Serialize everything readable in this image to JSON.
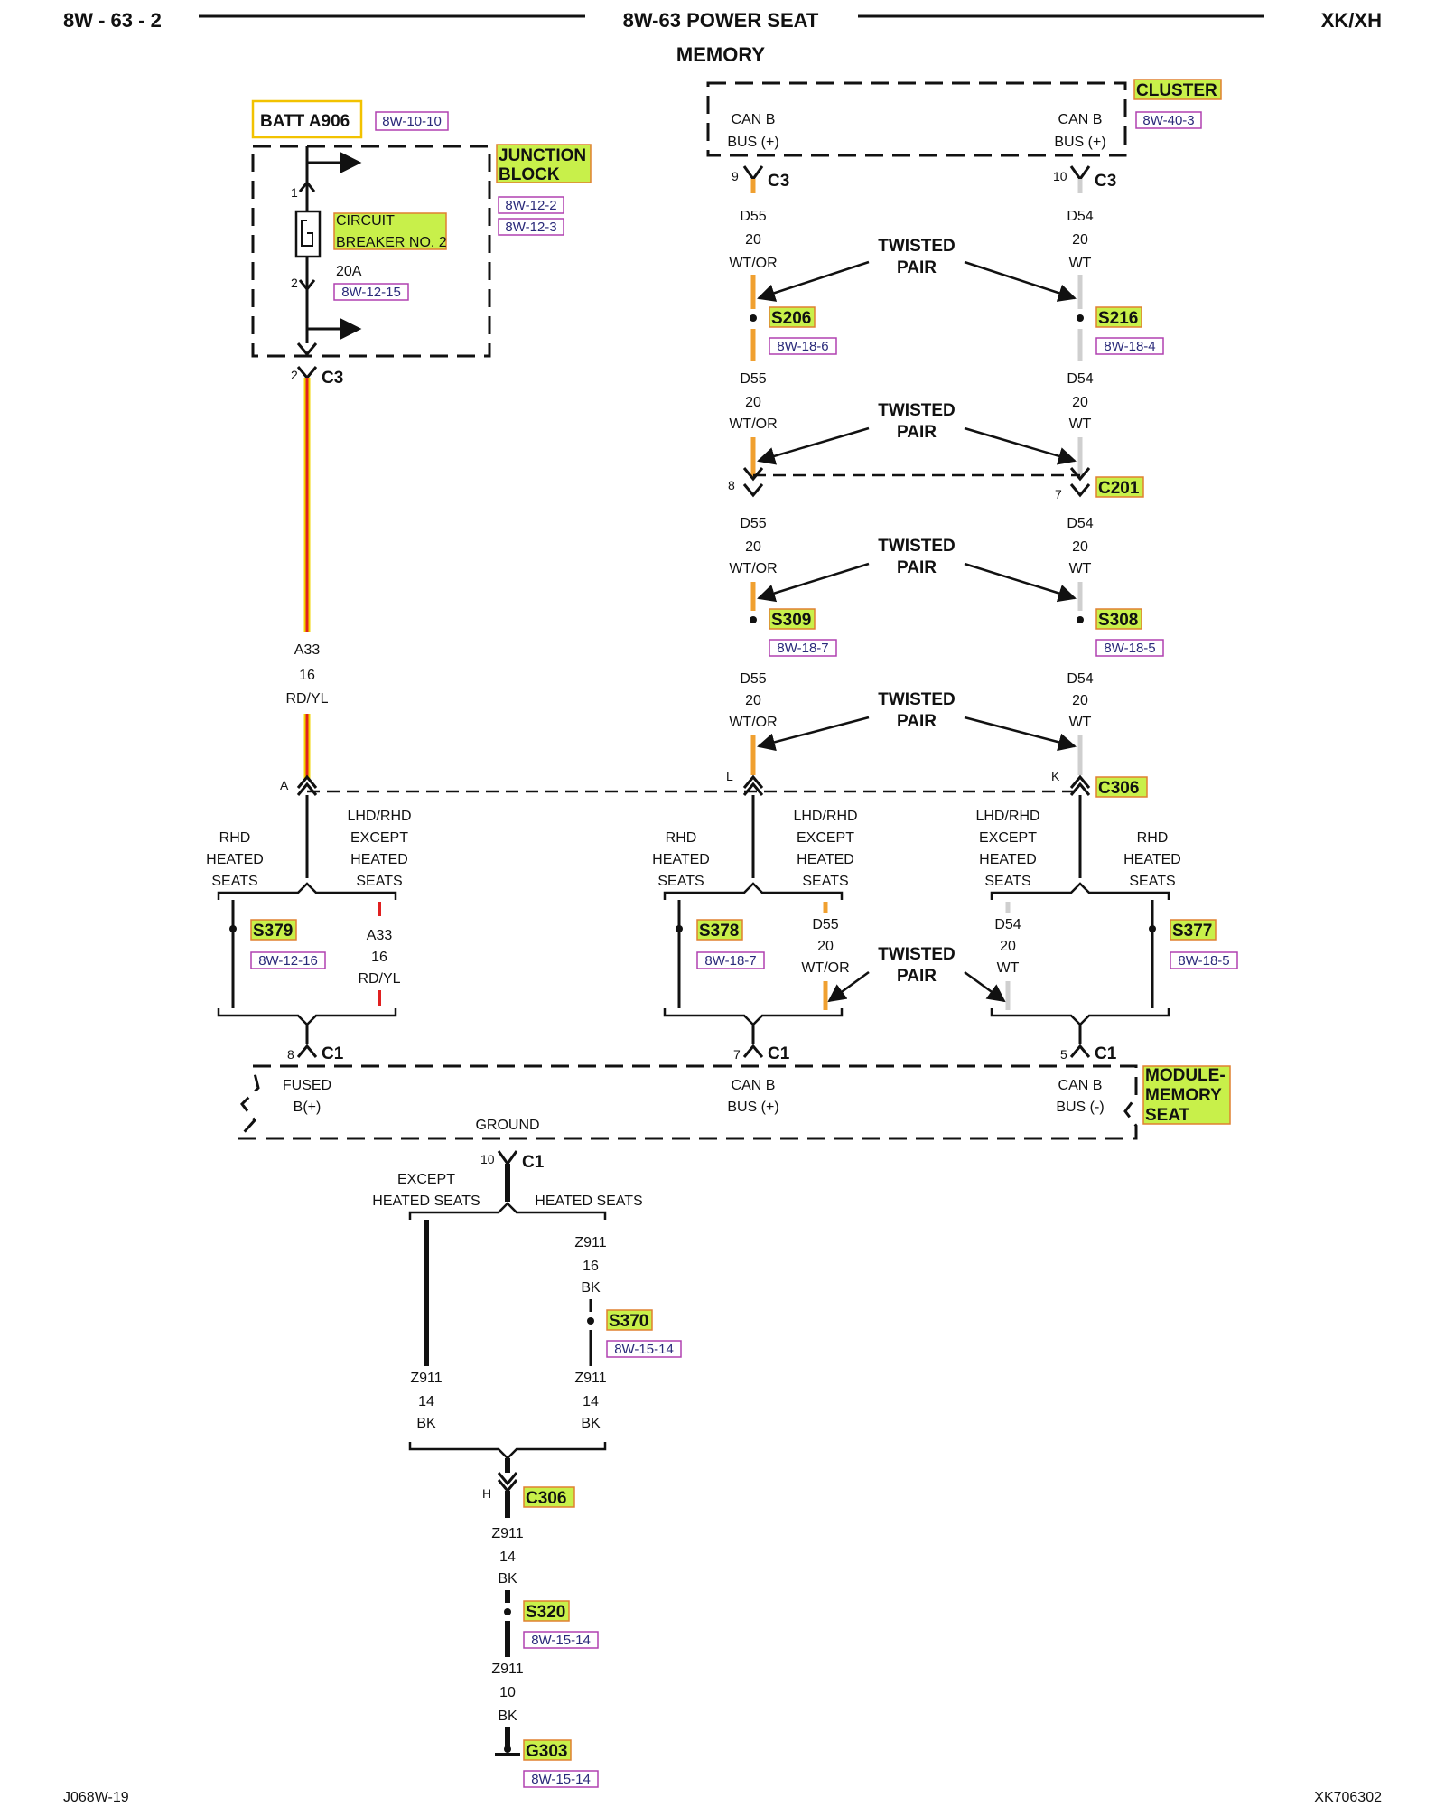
{
  "header": {
    "page_id": "8W - 63 - 2",
    "title": "8W-63 POWER SEAT",
    "subtitle": "MEMORY",
    "model": "XK/XH"
  },
  "footer": {
    "left_code": "J068W-19",
    "right_code": "XK706302"
  },
  "components": {
    "batt": {
      "label": "BATT A906",
      "ref": "8W-10-10"
    },
    "junction_block": {
      "label_line1": "JUNCTION",
      "label_line2": "BLOCK",
      "ref1": "8W-12-2",
      "ref2": "8W-12-3"
    },
    "circuit_breaker": {
      "label_line1": "CIRCUIT",
      "label_line2": "BREAKER NO. 2",
      "rating": "20A",
      "ref": "8W-12-15",
      "pin_top": "1",
      "pin_bottom": "2"
    },
    "cluster": {
      "label": "CLUSTER",
      "ref": "8W-40-3",
      "can_left_1": "CAN B",
      "can_left_2": "BUS (+)",
      "can_right_1": "CAN B",
      "can_right_2": "BUS (+)"
    },
    "module": {
      "label_line1": "MODULE-",
      "label_line2": "MEMORY",
      "label_line3": "SEAT",
      "fused_1": "FUSED",
      "fused_2": "B(+)",
      "canp_1": "CAN B",
      "canp_2": "BUS (+)",
      "canm_1": "CAN B",
      "canm_2": "BUS (-)",
      "ground": "GROUND"
    }
  },
  "connectors": {
    "jb_c3": {
      "name": "C3",
      "pin": "2"
    },
    "cl_c3_left": {
      "name": "C3",
      "pin": "9"
    },
    "cl_c3_right": {
      "name": "C3",
      "pin": "10"
    },
    "c201": {
      "name": "C201",
      "pin_left": "8",
      "pin_right": "7"
    },
    "c306_top": {
      "name": "C306",
      "pin_a": "A",
      "pin_l": "L",
      "pin_k": "K"
    },
    "mod_c1_fused": {
      "name": "C1",
      "pin": "8"
    },
    "mod_c1_canp": {
      "name": "C1",
      "pin": "7"
    },
    "mod_c1_canm": {
      "name": "C1",
      "pin": "5"
    },
    "mod_c1_gnd": {
      "name": "C1",
      "pin": "10"
    },
    "c306_bottom": {
      "name": "C306",
      "pin": "H"
    }
  },
  "splices": {
    "s206": {
      "name": "S206",
      "ref": "8W-18-6"
    },
    "s216": {
      "name": "S216",
      "ref": "8W-18-4"
    },
    "s309": {
      "name": "S309",
      "ref": "8W-18-7"
    },
    "s308": {
      "name": "S308",
      "ref": "8W-18-5"
    },
    "s379": {
      "name": "S379",
      "ref": "8W-12-16"
    },
    "s378": {
      "name": "S378",
      "ref": "8W-18-7"
    },
    "s377": {
      "name": "S377",
      "ref": "8W-18-5"
    },
    "s370": {
      "name": "S370",
      "ref": "8W-15-14"
    },
    "s320": {
      "name": "S320",
      "ref": "8W-15-14"
    },
    "g303": {
      "name": "G303",
      "ref": "8W-15-14"
    }
  },
  "wires": {
    "d55": {
      "circuit": "D55",
      "gauge": "20",
      "color": "WT/OR"
    },
    "d54": {
      "circuit": "D54",
      "gauge": "20",
      "color": "WT"
    },
    "a33": {
      "circuit": "A33",
      "gauge": "16",
      "color": "RD/YL"
    },
    "z911_16": {
      "circuit": "Z911",
      "gauge": "16",
      "color": "BK"
    },
    "z911_14": {
      "circuit": "Z911",
      "gauge": "14",
      "color": "BK"
    },
    "z911_10": {
      "circuit": "Z911",
      "gauge": "10",
      "color": "BK"
    }
  },
  "twisted_pair": {
    "line1": "TWISTED",
    "line2": "PAIR"
  },
  "options": {
    "rhd_1": "RHD",
    "rhd_2": "HEATED",
    "rhd_3": "SEATS",
    "lhd_1": "LHD/RHD",
    "lhd_2": "EXCEPT",
    "lhd_3": "HEATED",
    "lhd_4": "SEATS",
    "except_1": "EXCEPT",
    "except_2": "HEATED SEATS",
    "heated": "HEATED SEATS"
  },
  "colors": {
    "wire_orange": "#f0a030",
    "wire_white": "#cfcfcf",
    "wire_red": "#e02020",
    "wire_yellow": "#f2d400",
    "highlight": "#c8f04a",
    "highlight_border": "#e08030",
    "ref_border": "#b040b0"
  }
}
